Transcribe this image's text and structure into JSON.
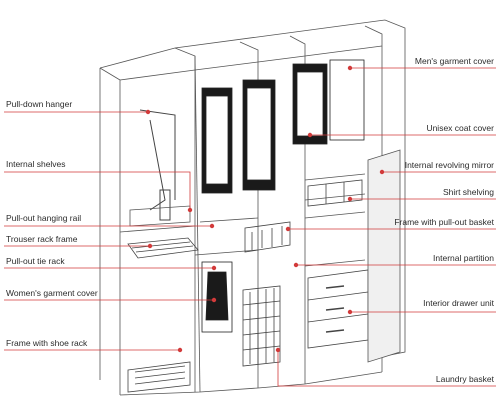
{
  "diagram": {
    "colors": {
      "line": "#444444",
      "leader": "#d23a3a",
      "dot": "#d23a3a",
      "shade": "#1a1a1a"
    },
    "left_labels": [
      {
        "id": "pull-down-hanger",
        "text": "Pull-down hanger"
      },
      {
        "id": "internal-shelves",
        "text": "Internal shelves"
      },
      {
        "id": "pull-out-hanging-rail",
        "text": "Pull-out hanging rail"
      },
      {
        "id": "trouser-rack-frame",
        "text": "Trouser rack frame"
      },
      {
        "id": "pull-out-tie-rack",
        "text": "Pull-out tie rack"
      },
      {
        "id": "womens-garment-cover",
        "text": "Women's garment cover"
      },
      {
        "id": "frame-with-shoe-rack",
        "text": "Frame with shoe rack"
      }
    ],
    "right_labels": [
      {
        "id": "mens-garment-cover",
        "text": "Men's garment cover"
      },
      {
        "id": "unisex-coat-cover",
        "text": "Unisex coat cover"
      },
      {
        "id": "internal-revolving-mirror",
        "text": "Internal revolving mirror"
      },
      {
        "id": "shirt-shelving",
        "text": "Shirt shelving"
      },
      {
        "id": "frame-with-pull-out-basket",
        "text": "Frame with pull-out basket"
      },
      {
        "id": "internal-partition",
        "text": "Internal partition"
      },
      {
        "id": "interior-drawer-unit",
        "text": "Interior drawer unit"
      },
      {
        "id": "laundry-basket",
        "text": "Laundry basket"
      }
    ]
  }
}
